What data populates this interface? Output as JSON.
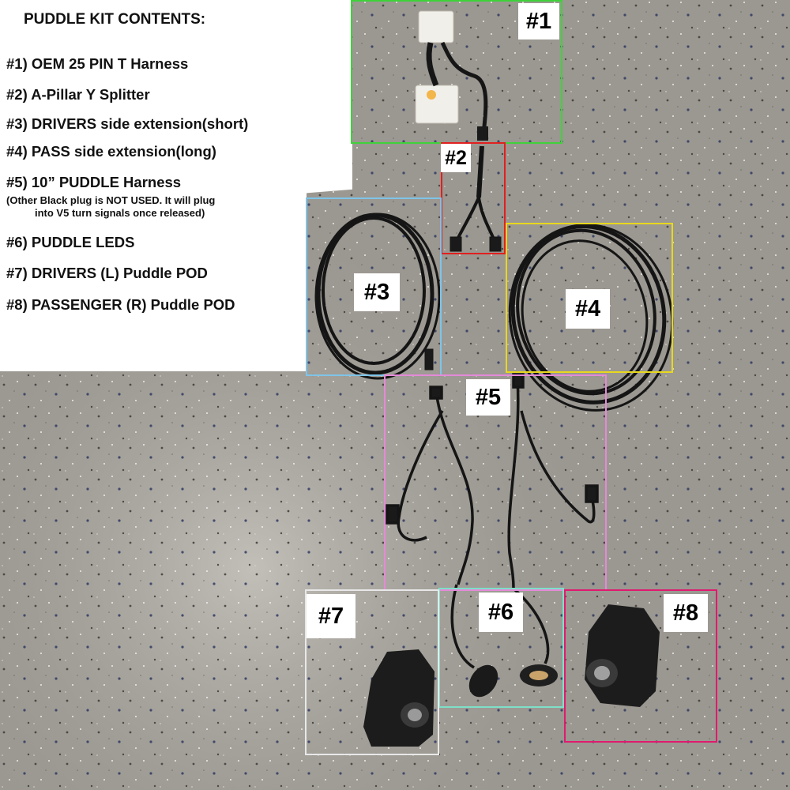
{
  "kit_list": {
    "title": "PUDDLE KIT CONTENTS:",
    "items": [
      "#1) OEM 25 PIN T Harness",
      "#2) A-Pillar Y Splitter",
      "#3) DRIVERS side extension(short)",
      "#4) PASS side extension(long)",
      "#5) 10” PUDDLE Harness",
      "#6) PUDDLE LEDS",
      "#7) DRIVERS (L) Puddle POD",
      "#8) PASSENGER (R) Puddle POD"
    ],
    "note_line1": "(Other Black plug is NOT USED. It will plug",
    "note_line2": "into V5 turn signals once released)"
  },
  "callouts": {
    "c1": "#1",
    "c2": "#2",
    "c3": "#3",
    "c4": "#4",
    "c5": "#5",
    "c6": "#6",
    "c7": "#7",
    "c8": "#8"
  },
  "colors": {
    "c1": "#3fd23a",
    "c2": "#e02020",
    "c3": "#7ec4e8",
    "c4": "#e8d81e",
    "c5": "#e48ad8",
    "c6": "#7ee0c8",
    "c7": "#e8e8e8",
    "c8": "#e01a6e"
  }
}
